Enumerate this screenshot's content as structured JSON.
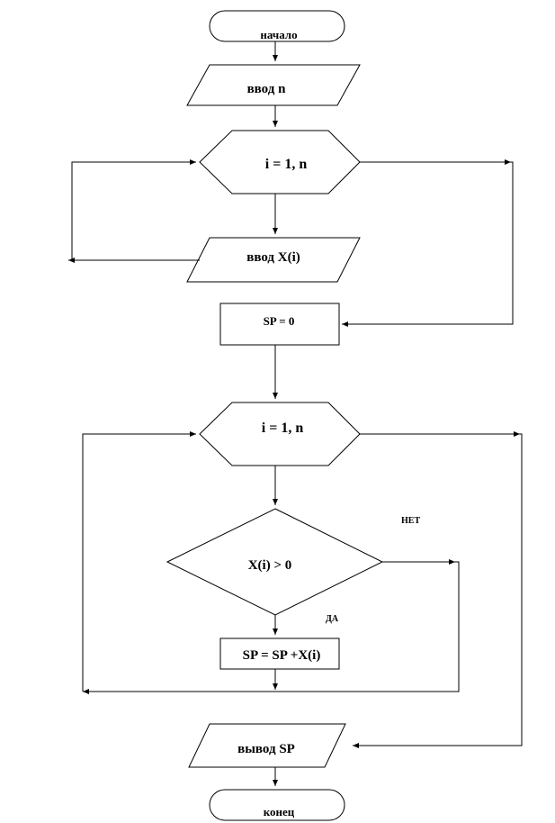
{
  "flowchart": {
    "start_label": "начало",
    "input_n_label": "ввод n",
    "loop1_label": "i = 1, n",
    "input_x_label": "ввод X(i)",
    "init_sum_label": "SP = 0",
    "loop2_label": "i = 1, n",
    "condition_label": "X(i) > 0",
    "no_label": "НЕТ",
    "yes_label": "ДА",
    "accumulate_label": "SP = SP +X(i)",
    "output_label": "вывод SP",
    "end_label": "конец"
  },
  "colors": {
    "stroke": "#000000",
    "fill": "#ffffff",
    "background": "#ffffff"
  }
}
